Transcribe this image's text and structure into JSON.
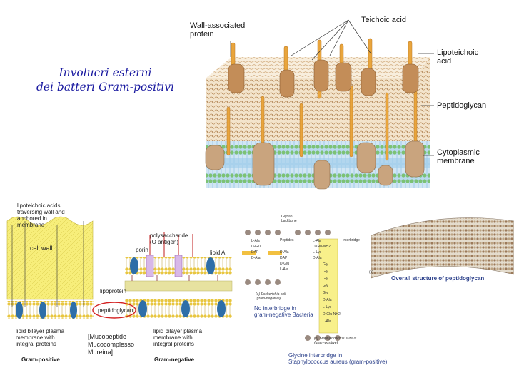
{
  "slide": {
    "title_line1": "Involucri esterni",
    "title_line2": "dei batteri Gram-positivi"
  },
  "top_figure": {
    "labels": {
      "wall_protein_1": "Wall-associated",
      "wall_protein_2": "protein",
      "teichoic": "Teichoic acid",
      "lipoteichoic_1": "Lipoteichoic",
      "lipoteichoic_2": "acid",
      "peptidoglycan": "Peptidoglycan",
      "cyto_1": "Cytoplasmic",
      "cyto_2": "membrane"
    }
  },
  "left_figure": {
    "gp_labels": {
      "lta_1": "lipoteichoic acids",
      "lta_2": "traversing wall and",
      "lta_3": "anchored in",
      "lta_4": "membrane",
      "cell_wall": "cell wall",
      "lipid_1": "lipid bilayer plasma",
      "lipid_2": "membrane with",
      "lipid_3": "integral proteins",
      "caption": "Gram-positive"
    },
    "gn_labels": {
      "poly_1": "polysaccharide",
      "poly_2": "(O antigen)",
      "porin": "porin",
      "lipid_a": "lipid A",
      "lipoprotein": "lipoprotein",
      "peptidoglycan": "peptidoglycan",
      "lipid_1": "lipid bilayer plasma",
      "lipid_2": "membrane with",
      "lipid_3": "integral proteins",
      "caption": "Gram-negative"
    },
    "mucopeptide_1": "[Mucopeptide",
    "mucopeptide_2": "Mucocomplesso",
    "mucopeptide_3": "Mureina]"
  },
  "middle_figure": {
    "glycan_1": "Glycan",
    "glycan_2": "backbone",
    "peptides": "Peptides",
    "interbridge": "Interbridge",
    "col_a": [
      "L-Ala",
      "D-Glu",
      "DAP",
      "D-Ala"
    ],
    "col_b": [
      "D-Ala",
      "DAP",
      "D-Glu",
      "L-Ala"
    ],
    "col_c": [
      "L-Ala",
      "D-Glu-NH2",
      "L-Lys",
      "D-Ala"
    ],
    "col_d": [
      "Gly",
      "Gly",
      "Gly",
      "Gly",
      "Gly",
      "D-Ala",
      "L-Lys",
      "D-Glu-NH2",
      "L-Ala"
    ],
    "cap_a_1": "(a) Escherichia coli",
    "cap_a_2": "(gram-negative)",
    "no_inter_1": "No interbridge in",
    "no_inter_2": "gram-negative Bacteria",
    "cap_b_1": "(b) Staphylococcus aureus",
    "cap_b_2": "(gram-positive)",
    "glycine_1": "Glycine interbridge in",
    "glycine_2": "Staphylococcus aureus (gram-positive)"
  },
  "right_figure": {
    "panel": "(c)",
    "caption": "Overall structure of peptidoglycan"
  }
}
